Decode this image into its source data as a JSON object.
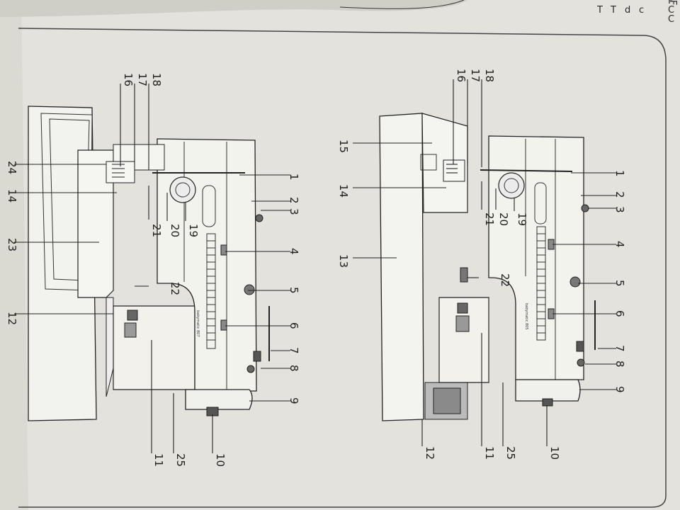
{
  "colors": {
    "page": "#e2e1da",
    "background": "#3c3b3a",
    "ink": "#1e1e1e"
  },
  "edge_text": [
    "F",
    "C",
    "C",
    "T",
    "T",
    "d",
    "c"
  ],
  "diagrams": [
    {
      "model_mark": "babymatic 807",
      "callouts": [
        "1",
        "2",
        "3",
        "4",
        "5",
        "6",
        "7",
        "8",
        "9",
        "10",
        "11",
        "12",
        "14",
        "16",
        "17",
        "18",
        "19",
        "20",
        "21",
        "22",
        "23",
        "24",
        "25"
      ]
    },
    {
      "model_mark": "babymatic 805",
      "callouts": [
        "1",
        "2",
        "3",
        "4",
        "5",
        "6",
        "7",
        "8",
        "9",
        "10",
        "11",
        "12",
        "13",
        "14",
        "15",
        "16",
        "17",
        "18",
        "19",
        "20",
        "21",
        "22",
        "25"
      ]
    }
  ]
}
